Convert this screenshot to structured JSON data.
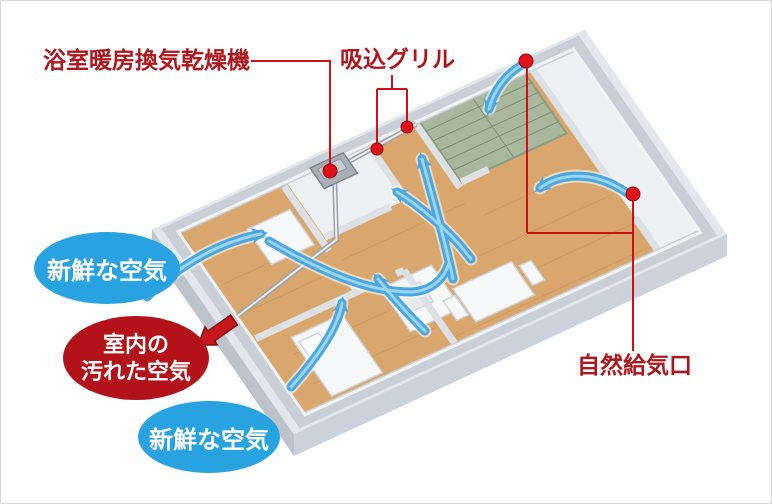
{
  "page": {
    "background": "#ffffff",
    "border_color": "#d8d8d8"
  },
  "annotations": {
    "bathroom_unit_label": "浴室暖房換気乾燥機",
    "suction_grill_label": "吸込グリル",
    "natural_inlet_label": "自然給気口",
    "label_color": "#ad161c",
    "line_color": "#cf1016",
    "dot_color": "#e0101a"
  },
  "bubbles": {
    "fresh_air_left": "新鮮な空気",
    "fresh_air_bottom": "新鮮な空気",
    "dirty_air_line1": "室内の",
    "dirty_air_line2": "汚れた空気",
    "fresh_bubble_color": "#28a2e1",
    "dirty_bubble_color": "#b3121b",
    "bubble_text_color": "#ffffff"
  },
  "airflow": {
    "fresh_arrow_color": "#49a8e2",
    "exhaust_arrow_color": "#c8161d"
  },
  "floorplan": {
    "wood_floor_color": "#d9a76e",
    "tatami_color": "#a9b79c",
    "wall_color": "#c9cfd7",
    "white_room_color": "#eef1f3"
  }
}
